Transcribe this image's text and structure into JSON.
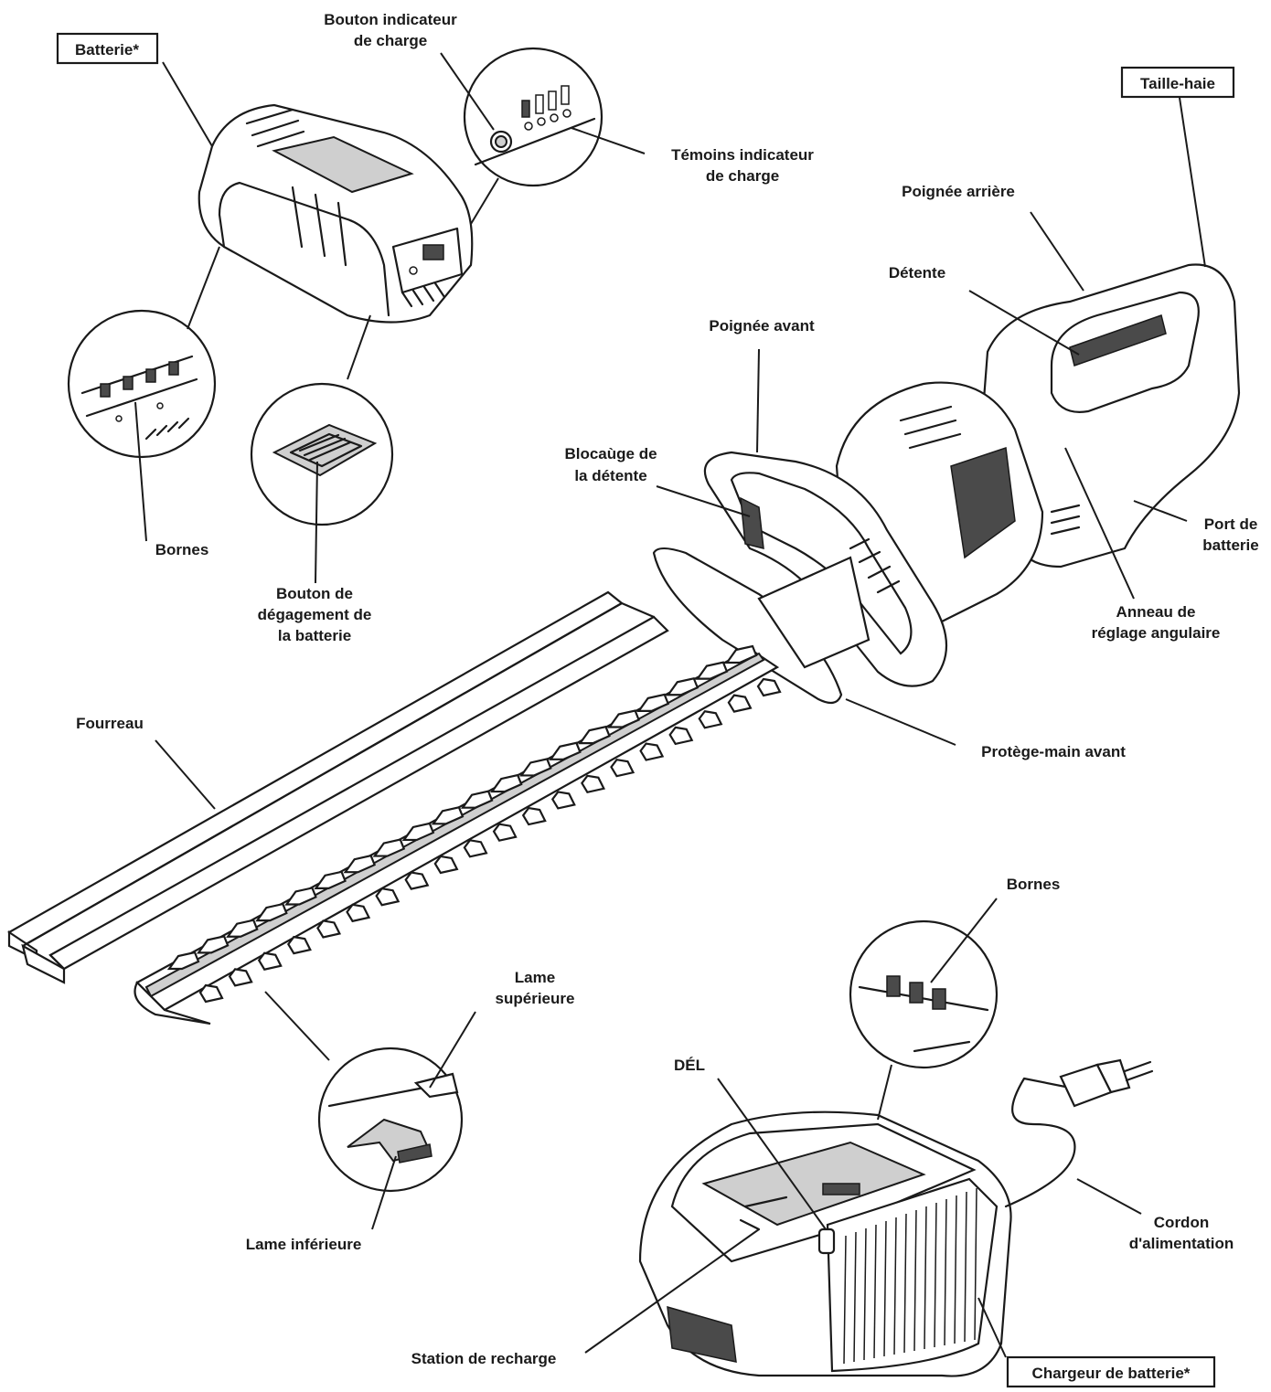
{
  "labels": {
    "battery": "Batterie*",
    "charge_button_1": "Bouton indicateur",
    "charge_button_2": "de charge",
    "charge_leds_1": "Témoins indicateur",
    "charge_leds_2": "de charge",
    "hedge_trimmer": "Taille-haie",
    "rear_handle": "Poignée arrière",
    "trigger": "Détente",
    "front_handle": "Poignée avant",
    "trigger_lock_1": "Blocaùge de",
    "trigger_lock_2": "la détente",
    "battery_terminals": "Bornes",
    "battery_release_1": "Bouton de",
    "battery_release_2": "dégagement de",
    "battery_release_3": "la batterie",
    "battery_port_1": "Port de",
    "battery_port_2": "batterie",
    "angle_ring_1": "Anneau de",
    "angle_ring_2": "réglage angulaire",
    "sheath": "Fourreau",
    "front_guard": "Protège-main avant",
    "charger_terminals": "Bornes",
    "upper_blade_1": "Lame",
    "upper_blade_2": "supérieure",
    "led": "DÉL",
    "power_cord_1": "Cordon",
    "power_cord_2": "d'alimentation",
    "lower_blade": "Lame inférieure",
    "charging_station": "Station de recharge",
    "battery_charger": "Chargeur de batterie*"
  }
}
